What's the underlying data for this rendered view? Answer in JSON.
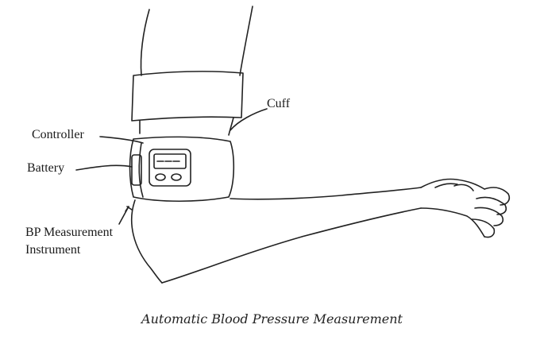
{
  "labels": {
    "cuff": "Cuff",
    "controller": "Controller",
    "battery": "Battery",
    "instrument_line1": "BP Measurement",
    "instrument_line2": "Instrument"
  },
  "caption": "Automatic Blood Pressure Measurement",
  "colors": {
    "line": "#222222",
    "text": "#1a1a1a"
  }
}
